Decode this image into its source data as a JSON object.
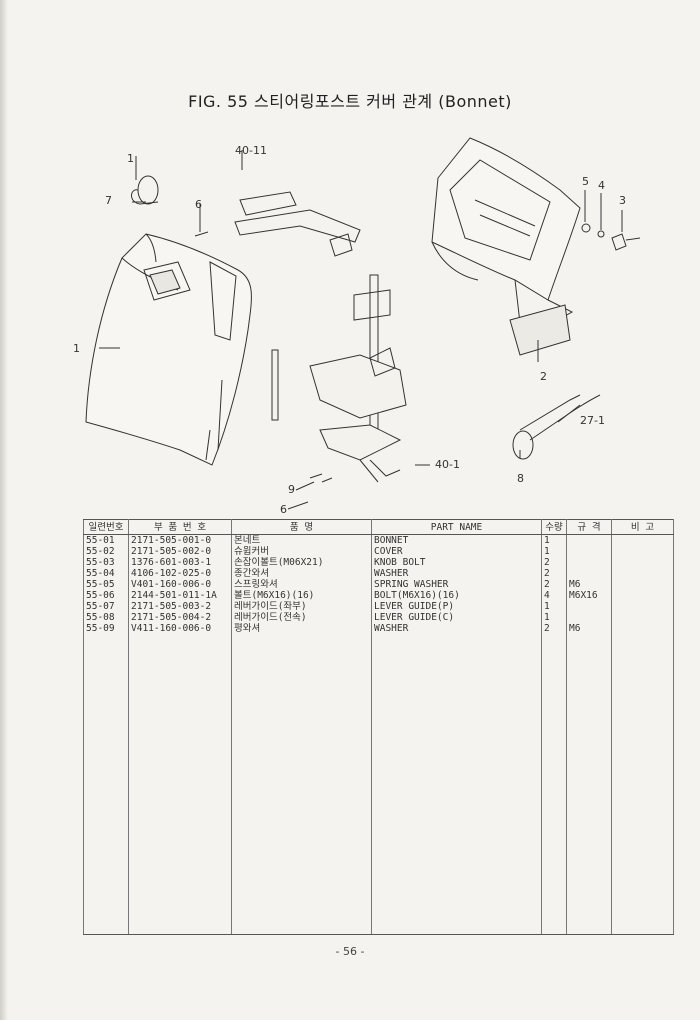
{
  "figure": {
    "title": "FIG. 55 스티어링포스트 커버 관계 (Bonnet)"
  },
  "callouts": [
    "1",
    "7",
    "6",
    "40-11",
    "5",
    "4",
    "3",
    "1",
    "2",
    "27-1",
    "8",
    "40-1",
    "9",
    "6"
  ],
  "table": {
    "headers": [
      "일련번호",
      "부 품 번 호",
      "품 명",
      "PART NAME",
      "수량",
      "규 격",
      "비 고"
    ],
    "rows": [
      {
        "no": "55-01",
        "part_no": "2171-505-001-0",
        "name_kr": "본네트",
        "name_en": "BONNET",
        "qty": "1",
        "spec": "",
        "remark": ""
      },
      {
        "no": "55-02",
        "part_no": "2171-505-002-0",
        "name_kr": "슈윕커버",
        "name_en": "COVER",
        "qty": "1",
        "spec": "",
        "remark": ""
      },
      {
        "no": "55-03",
        "part_no": "1376-601-003-1",
        "name_kr": "손잡이볼트(M06X21)",
        "name_en": "KNOB BOLT",
        "qty": "2",
        "spec": "",
        "remark": ""
      },
      {
        "no": "55-04",
        "part_no": "4106-102-025-0",
        "name_kr": "종간와셔",
        "name_en": "WASHER",
        "qty": "2",
        "spec": "",
        "remark": ""
      },
      {
        "no": "55-05",
        "part_no": "V401-160-006-0",
        "name_kr": "스프링와셔",
        "name_en": "SPRING WASHER",
        "qty": "2",
        "spec": "M6",
        "remark": ""
      },
      {
        "no": "55-06",
        "part_no": "2144-501-011-1A",
        "name_kr": "볼트(M6X16)(16)",
        "name_en": "BOLT(M6X16)(16)",
        "qty": "4",
        "spec": "M6X16",
        "remark": ""
      },
      {
        "no": "55-07",
        "part_no": "2171-505-003-2",
        "name_kr": "레버가이드(좌부)",
        "name_en": "LEVER GUIDE(P)",
        "qty": "1",
        "spec": "",
        "remark": ""
      },
      {
        "no": "55-08",
        "part_no": "2171-505-004-2",
        "name_kr": "레버가이드(전속)",
        "name_en": "LEVER GUIDE(C)",
        "qty": "1",
        "spec": "",
        "remark": ""
      },
      {
        "no": "55-09",
        "part_no": "V411-160-006-0",
        "name_kr": "평와셔",
        "name_en": "WASHER",
        "qty": "2",
        "spec": "M6",
        "remark": ""
      }
    ]
  },
  "footer": {
    "page_number": "- 56 -"
  }
}
